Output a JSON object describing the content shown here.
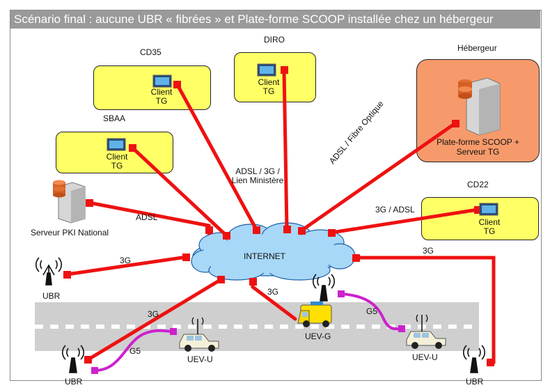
{
  "title": "Scénario final : aucune UBR « fibrées » et  Plate-forme SCOOP installée chez un hébergeur",
  "sites": {
    "cd35": "CD35",
    "diro": "DIRO",
    "sbaa": "SBAA",
    "hebergeur": "Hébergeur",
    "cd22": "CD22"
  },
  "client_line1": "Client",
  "client_line2": "TG",
  "platform_line1": "Plate-forme SCOOP +",
  "platform_line2": "Serveur TG",
  "pki_label": "Serveur PKI National",
  "internet": "INTERNET",
  "links": {
    "adsl_3g_l1": "ADSL / 3G /",
    "adsl_3g_l2": "Lien Ministère",
    "adsl_fibre": "ADSL / Fibre Optique",
    "threeg_adsl": "3G / ADSL",
    "adsl": "ADSL",
    "threeg": "3G",
    "g5": "G5"
  },
  "ubr": "UBR",
  "uev_g": "UEV-G",
  "uev_u": "UEV-U",
  "colors": {
    "link_red": "#ee1111",
    "link_magenta": "#cc22cc",
    "cloud": "#a8d8f8",
    "client_box": "#ffff66",
    "host_box": "#f79a6b",
    "road": "#cfcfcf",
    "title_bar": "#9a9a9a"
  },
  "icons": [
    "monitor-icon",
    "server-icon",
    "cloud-icon",
    "antenna-icon",
    "car-icon",
    "van-icon"
  ]
}
